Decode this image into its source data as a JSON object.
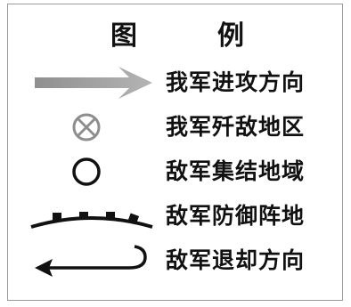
{
  "legend": {
    "title_part1": "图",
    "title_part2": "例",
    "items": [
      {
        "icon": "attack-direction-arrow-icon",
        "label": "我军进攻方向"
      },
      {
        "icon": "destroyed-enemy-marker-icon",
        "label": "我军歼敌地区"
      },
      {
        "icon": "assembly-area-circle-icon",
        "label": "敌军集结地域"
      },
      {
        "icon": "defensive-position-line-icon",
        "label": "敌军防御阵地"
      },
      {
        "icon": "retreat-direction-arrow-icon",
        "label": "敌军退却方向"
      }
    ],
    "colors": {
      "attack_arrow": "#9b9b9b",
      "destroy_marker": "#8e8e8e",
      "enemy_symbols": "#111111",
      "border": "#9a9a9a"
    }
  }
}
